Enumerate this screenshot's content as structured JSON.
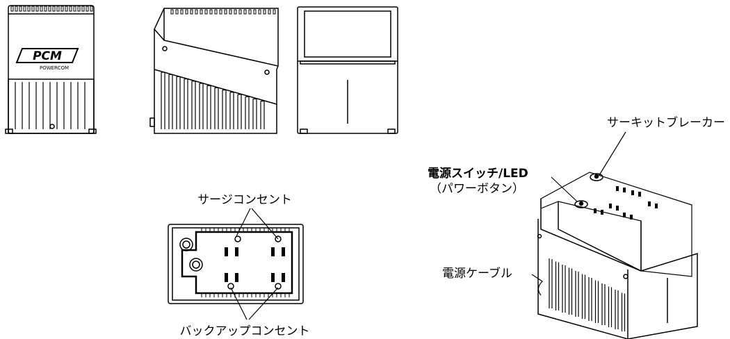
{
  "logo": {
    "brand_mark": "PCM",
    "brand_name": "POWERCOM"
  },
  "labels": {
    "surge_outlet": "サージコンセント",
    "backup_outlet": "バックアップコンセント",
    "circuit_breaker": "サーキットブレーカー",
    "power_switch_line1": "電源スイッチ/LED",
    "power_switch_line2": "（パワーボタン）",
    "power_cable": "電源ケーブル"
  },
  "colors": {
    "line": "#000000",
    "background": "#ffffff"
  }
}
